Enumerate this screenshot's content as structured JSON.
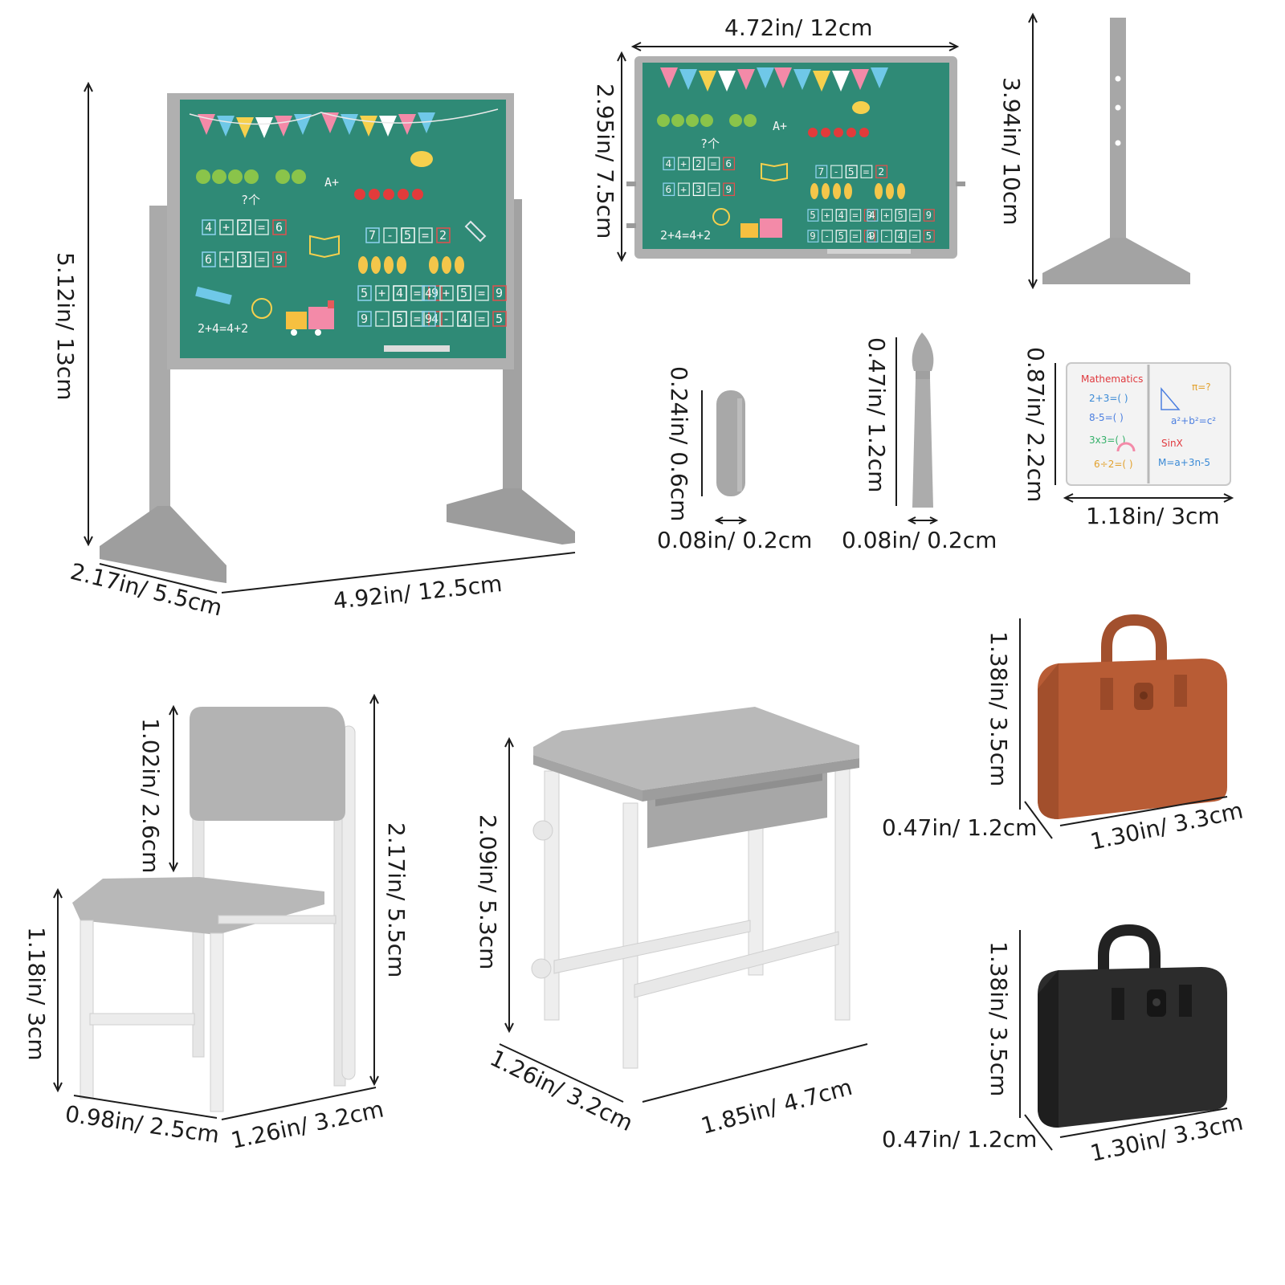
{
  "colors": {
    "board_green": "#2f8a76",
    "frame_gray": "#a9a9a9",
    "plastic_gray": "#b3b3b3",
    "white_plastic": "#e9e9e9",
    "brown_bag": "#b85c35",
    "black_bag": "#2c2c2c",
    "dimension_line": "#1c1c1c"
  },
  "items": {
    "large_chalkboard": {
      "height": "5.12in/ 13cm",
      "depth": "2.17in/ 5.5cm",
      "width": "4.92in/ 12.5cm",
      "board": {
        "grade": "A+",
        "eq_top": [
          "4",
          "+",
          "2",
          "=",
          "6"
        ],
        "eq_bottom": [
          "6",
          "+",
          "3",
          "=",
          "9"
        ],
        "eq_right_1": [
          "7",
          "-",
          "5",
          "=",
          "2"
        ],
        "eq_right_2a": [
          "5",
          "+",
          "4",
          "=",
          "9"
        ],
        "eq_right_2b": [
          "4",
          "+",
          "5",
          "=",
          "9"
        ],
        "eq_right_3a": [
          "9",
          "-",
          "5",
          "=",
          "4"
        ],
        "eq_right_3b": [
          "9",
          "-",
          "4",
          "=",
          "5"
        ],
        "sum_line": "2+4=4+2",
        "question": "?个"
      }
    },
    "panel_board": {
      "width": "4.72in/ 12cm",
      "height": "2.95in/ 7.5cm",
      "board": {
        "grade": "A+",
        "eq_top": [
          "4",
          "+",
          "2",
          "=",
          "6"
        ],
        "eq_bottom": [
          "6",
          "+",
          "3",
          "=",
          "9"
        ],
        "eq_right_1": [
          "7",
          "-",
          "5",
          "=",
          "2"
        ],
        "eq_right_2a": [
          "5",
          "+",
          "4",
          "=",
          "9"
        ],
        "eq_right_2b": [
          "4",
          "+",
          "5",
          "=",
          "9"
        ],
        "eq_right_3a": [
          "9",
          "-",
          "5",
          "=",
          "4"
        ],
        "eq_right_3b": [
          "9",
          "-",
          "4",
          "=",
          "5"
        ],
        "sum_line": "2+4=4+2",
        "question": "?个"
      }
    },
    "stand_leg": {
      "height": "3.94in/ 10cm"
    },
    "chalk": {
      "height": "0.24in/ 0.6cm",
      "width": "0.08in/ 0.2cm"
    },
    "pointer": {
      "height": "0.47in/ 1.2cm",
      "width": "0.08in/ 0.2cm"
    },
    "notebook": {
      "height": "0.87in/ 2.2cm",
      "width": "1.18in/ 3cm",
      "title": "Mathematics",
      "left_lines": [
        "2+3=( )",
        "8-5=( )",
        "3x3=( )",
        "6÷2=( )"
      ],
      "right_top": "π=?",
      "right_formula": "a²+b²=c²",
      "right_func": "SinX",
      "right_bottom": "M=a+3n-5"
    },
    "chair": {
      "back_height": "1.02in/ 2.6cm",
      "total_height": "2.17in/ 5.5cm",
      "seat_height": "1.18in/ 3cm",
      "depth": "0.98in/ 2.5cm",
      "width": "1.26in/ 3.2cm"
    },
    "desk": {
      "height": "2.09in/ 5.3cm",
      "depth": "1.26in/ 3.2cm",
      "width": "1.85in/ 4.7cm"
    },
    "brown_bag": {
      "height": "1.38in/ 3.5cm",
      "depth": "0.47in/ 1.2cm",
      "width": "1.30in/ 3.3cm"
    },
    "black_bag": {
      "height": "1.38in/ 3.5cm",
      "depth": "0.47in/ 1.2cm",
      "width": "1.30in/ 3.3cm"
    }
  }
}
